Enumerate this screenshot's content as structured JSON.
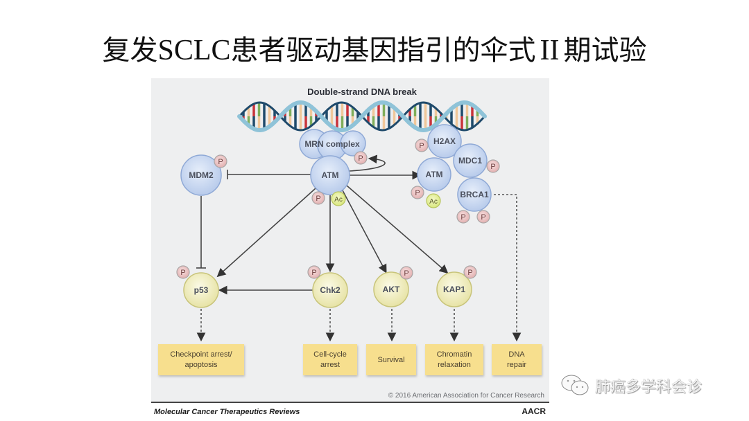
{
  "slide": {
    "title_parts": [
      "复发",
      "SCLC",
      "患者驱动基因指引的伞式",
      "II",
      "期试验"
    ]
  },
  "figure": {
    "heading": "Double-strand DNA break",
    "nodes": {
      "mrn": "MRN complex",
      "mdm2": "MDM2",
      "atm": "ATM",
      "h2ax": "H2AX",
      "mdc1": "MDC1",
      "atm2": "ATM",
      "brca1": "BRCA1",
      "p53": "p53",
      "chk2": "Chk2",
      "akt": "AKT",
      "kap1": "KAP1"
    },
    "modifications": {
      "phospho": "P",
      "acetyl": "Ac"
    },
    "outcomes": {
      "checkpoint": [
        "Checkpoint arrest/",
        "apoptosis"
      ],
      "cellcycle": [
        "Cell-cycle",
        "arrest"
      ],
      "survival": [
        "Survival"
      ],
      "chromatin": [
        "Chromatin",
        "relaxation"
      ],
      "dnarepair": [
        "DNA",
        "repair"
      ]
    },
    "copyright": "© 2016 American Association for Cancer Research",
    "journal": "Molecular Cancer Therapeutics Reviews",
    "publisher_logo": "AACR",
    "colors": {
      "blue_node": "#c9d8f0",
      "blue_stroke": "#8fa9d6",
      "yellow_node": "#f3f0c8",
      "yellow_stroke": "#c8c47a",
      "phospho": "#ecc3c3",
      "acetyl": "#e4ef9c",
      "outcome_box": "#f7df8e",
      "panel_bg": "#eeeff0"
    }
  },
  "watermark": {
    "icon": "wechat-icon",
    "text": "肺癌多学科会诊"
  }
}
